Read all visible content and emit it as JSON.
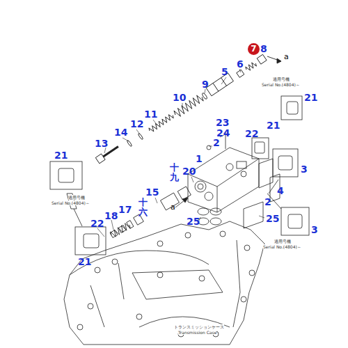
{
  "diagram": {
    "labels": [
      "8",
      "7",
      "6",
      "5",
      "9",
      "10",
      "11",
      "12",
      "14",
      "13",
      "a",
      "適用号機",
      "Serial No.(4804)～",
      "21",
      "23",
      "24",
      "2",
      "22",
      "21",
      "1",
      "十九",
      "20",
      "3",
      "4",
      "2",
      "15",
      "十六",
      "17",
      "18",
      "22",
      "21",
      "21",
      "適用号機",
      "Serial No.(4804)～",
      "a",
      "25",
      "25",
      "3",
      "適用号機",
      "Serial No.(4804)～",
      "トランスミッションケース",
      "Transmission Case"
    ]
  }
}
